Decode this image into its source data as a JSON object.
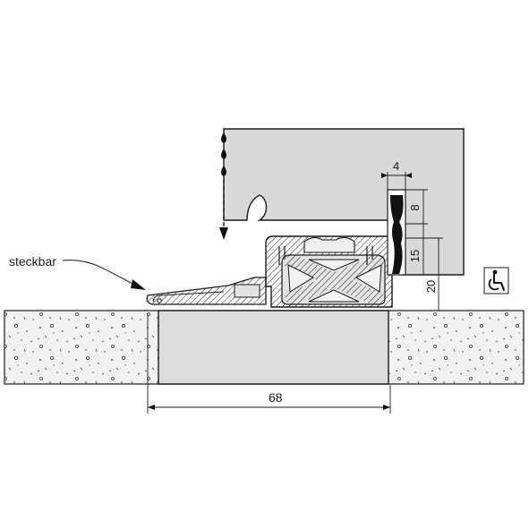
{
  "callout": {
    "text": "steckbar"
  },
  "dimensions": {
    "frame_width": "68",
    "seal_width": "4",
    "seal_height": "8",
    "gap": "15",
    "total_height": "20"
  },
  "icons": {
    "accessibility": "wheelchair-icon",
    "water": "water-drop-icon",
    "direction": "arrow-down-icon"
  },
  "colors": {
    "door_fill": "#d9d9d9",
    "frame_fill": "#dcdcdc",
    "concrete_fill": "#eeeeee",
    "profile_fill": "#e4e4e4",
    "seal_fill": "#111111",
    "line": "#1a1a1a"
  }
}
